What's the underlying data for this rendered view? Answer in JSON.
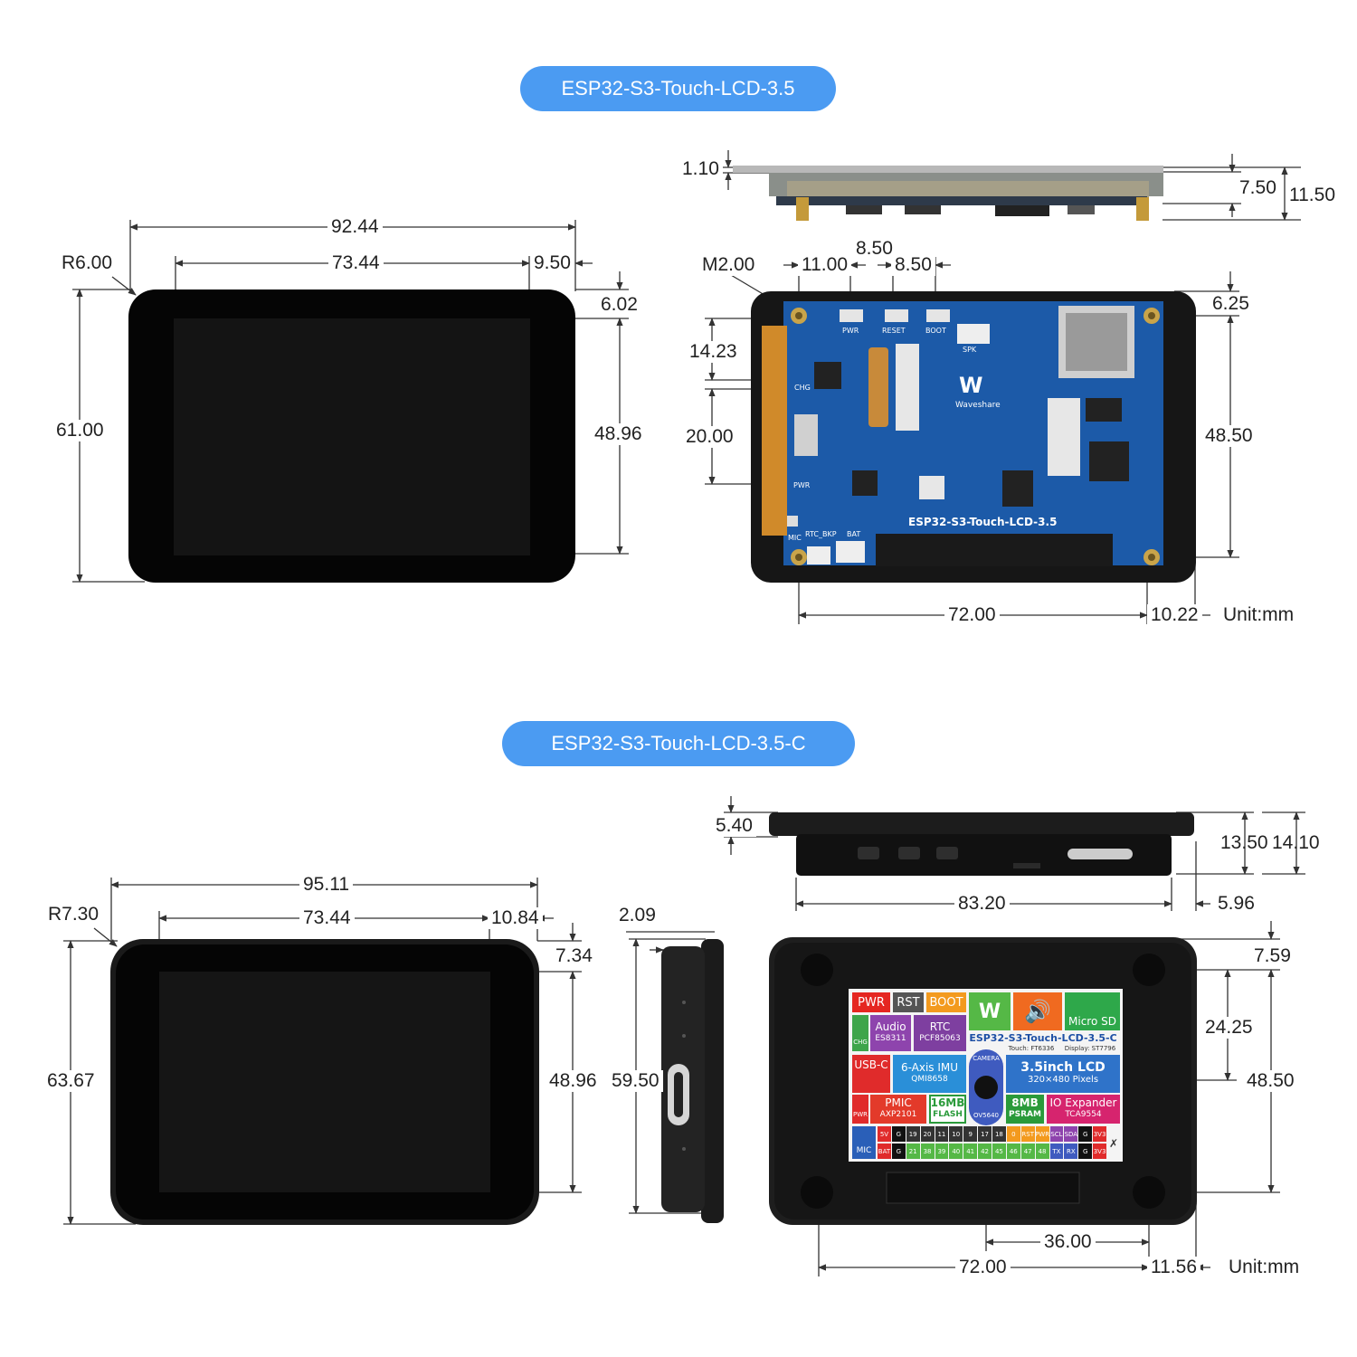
{
  "colors": {
    "accent": "#4b9bf2",
    "dim_line": "#333333",
    "pcb": "#1c5aa8",
    "case": "#1b1b1b"
  },
  "section_top": {
    "title": "ESP32-S3-Touch-LCD-3.5",
    "front": {
      "overall_width": "92.44",
      "active_width": "73.44",
      "right_margin": "9.50",
      "corner_radius": "R6.00",
      "top_margin": "6.02",
      "overall_height": "61.00",
      "active_height": "48.96"
    },
    "side": {
      "glass": "1.10",
      "body": "7.50",
      "total": "11.50"
    },
    "back": {
      "hole": "M2.00",
      "pwr_offset": "11.00",
      "reset_offset": "8.50",
      "boot_offset": "8.50",
      "hole_top": "6.25",
      "hole_vspacing": "48.50",
      "usb_offset": "14.23",
      "usb_span": "20.00",
      "hole_hspacing": "72.00",
      "hole_right": "10.22",
      "unit": "Unit:mm",
      "silk": {
        "pwr": "PWR",
        "reset": "RESET",
        "boot": "BOOT",
        "spk": "SPK",
        "chg": "CHG",
        "pwr2": "PWR",
        "mic": "MIC",
        "rtc": "RTC_BKP",
        "bat": "BAT",
        "brand": "Waveshare",
        "board": "ESP32-S3-Touch-LCD-3.5"
      }
    }
  },
  "section_bottom": {
    "title": "ESP32-S3-Touch-LCD-3.5-C",
    "front": {
      "overall_width": "95.11",
      "active_width": "73.44",
      "right_margin": "10.84",
      "corner_radius": "R7.30",
      "top_margin": "7.34",
      "overall_height": "63.67",
      "active_height": "48.96"
    },
    "side": {
      "thickness": "2.09",
      "height": "59.50"
    },
    "top_view": {
      "lip": "5.40",
      "body": "13.50",
      "total": "14.10",
      "width": "83.20",
      "right": "5.96"
    },
    "back": {
      "hole_top": "7.59",
      "hole_v1": "24.25",
      "hole_vspacing": "48.50",
      "header_offset": "36.00",
      "hole_hspacing": "72.00",
      "hole_right": "11.56",
      "unit": "Unit:mm",
      "label": {
        "pwr": "PWR",
        "rst": "RST",
        "boot": "BOOT",
        "logo": "W",
        "microsd": "Micro SD",
        "chg": "CHG",
        "audio": "Audio",
        "audio_ic": "ES8311",
        "rtc": "RTC",
        "rtc_ic": "PCF85063",
        "title": "ESP32-S3-Touch-LCD-3.5-C",
        "touch": "Touch: FT6336",
        "display": "Display: ST7796",
        "usbc": "USB-C",
        "imu": "6-Axis IMU",
        "imu_ic": "QMI8658",
        "camera": "CAMERA",
        "ov": "OV5640",
        "lcd": "3.5inch LCD",
        "lcd_res": "320×480 Pixels",
        "pwr2": "PWR",
        "pmic": "PMIC",
        "pmic_ic": "AXP2101",
        "flash": "16MB",
        "flash_sub": "FLASH",
        "psram": "8MB",
        "psram_sub": "PSRAM",
        "io": "IO Expander",
        "io_ic": "TCA9554",
        "mic": "MIC",
        "pins_top": [
          "5V",
          "G",
          "19",
          "20",
          "11",
          "10",
          "9",
          "17",
          "18",
          "0",
          "RST",
          "PWR",
          "SCL",
          "SDA",
          "G",
          "3V3"
        ],
        "pins_bot": [
          "BAT",
          "G",
          "21",
          "38",
          "39",
          "40",
          "41",
          "42",
          "45",
          "46",
          "47",
          "48",
          "TX",
          "RX",
          "G",
          "3V3"
        ]
      }
    }
  }
}
